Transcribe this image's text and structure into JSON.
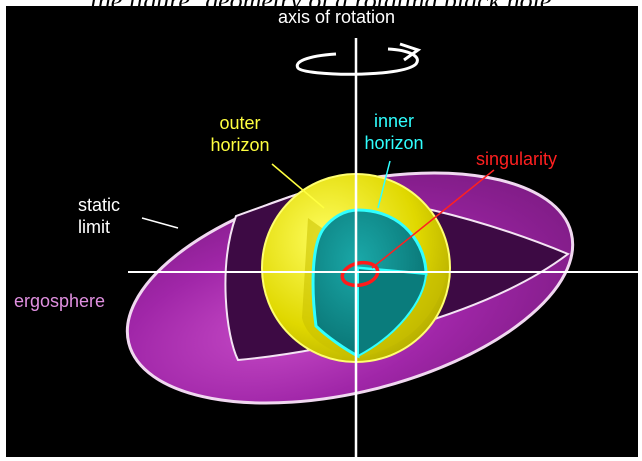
{
  "caption": "the figure: geometry of a rotating black hole",
  "labels": {
    "axis": "axis of rotation",
    "outer_horizon": "outer\nhorizon",
    "inner_horizon": "inner\nhorizon",
    "singularity": "singularity",
    "static_limit": "static\nlimit",
    "ergosphere": "ergosphere"
  },
  "colors": {
    "background": "#000000",
    "ergosphere": "#a026a8",
    "outer_horizon": "#e6e600",
    "inner_horizon": "#00c8c8",
    "singularity": "#ff1010",
    "axis": "#ffffff"
  }
}
